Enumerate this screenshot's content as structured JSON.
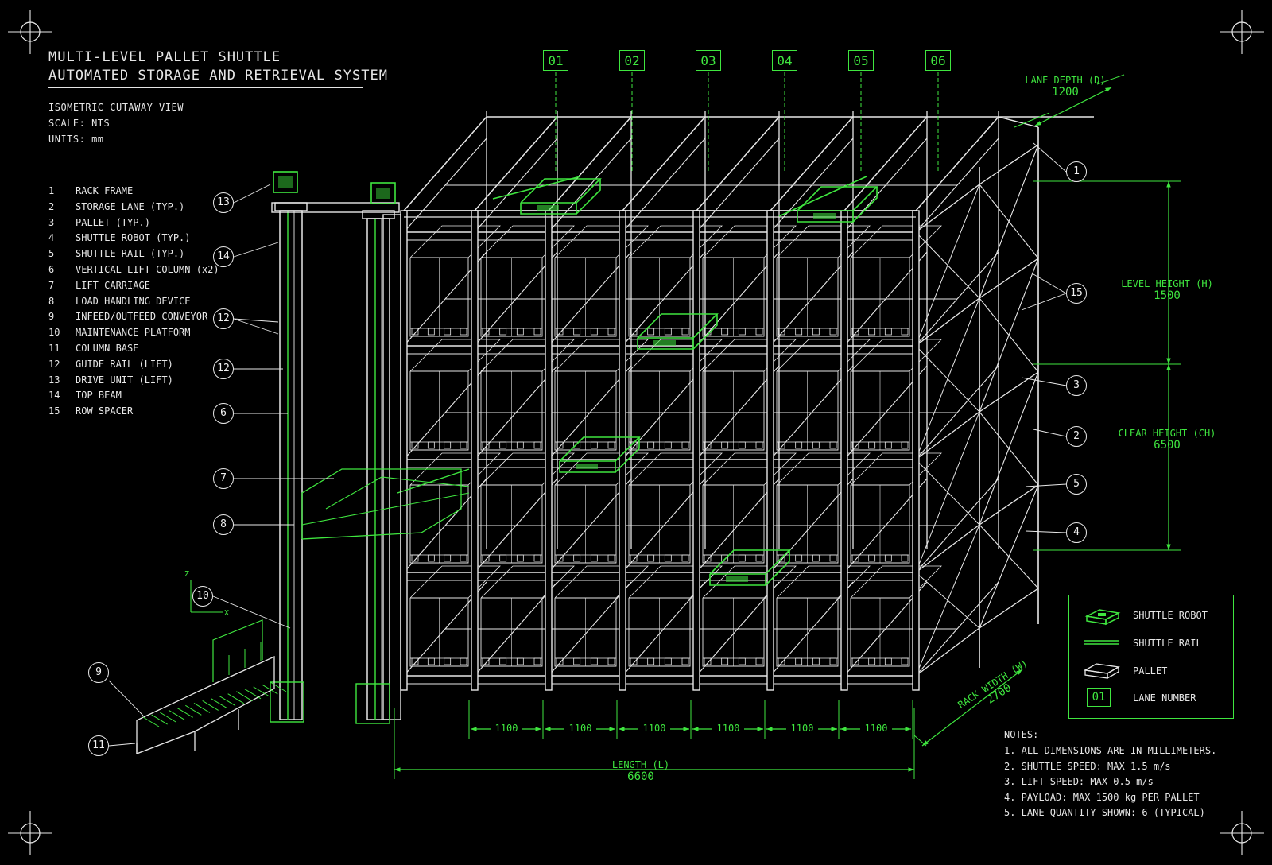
{
  "title": {
    "line1": "MULTI-LEVEL PALLET SHUTTLE",
    "line2": "AUTOMATED STORAGE AND RETRIEVAL SYSTEM"
  },
  "meta": {
    "view": "ISOMETRIC CUTAWAY VIEW",
    "scale": "SCALE: NTS",
    "units": "UNITS: mm"
  },
  "legend": [
    {
      "num": "1",
      "label": "RACK FRAME"
    },
    {
      "num": "2",
      "label": "STORAGE LANE (TYP.)"
    },
    {
      "num": "3",
      "label": "PALLET (TYP.)"
    },
    {
      "num": "4",
      "label": "SHUTTLE ROBOT (TYP.)"
    },
    {
      "num": "5",
      "label": "SHUTTLE RAIL (TYP.)"
    },
    {
      "num": "6",
      "label": "VERTICAL LIFT COLUMN (x2)"
    },
    {
      "num": "7",
      "label": "LIFT CARRIAGE"
    },
    {
      "num": "8",
      "label": "LOAD HANDLING DEVICE"
    },
    {
      "num": "9",
      "label": "INFEED/OUTFEED CONVEYOR"
    },
    {
      "num": "10",
      "label": "MAINTENANCE PLATFORM"
    },
    {
      "num": "11",
      "label": "COLUMN BASE"
    },
    {
      "num": "12",
      "label": "GUIDE RAIL (LIFT)"
    },
    {
      "num": "13",
      "label": "DRIVE UNIT (LIFT)"
    },
    {
      "num": "14",
      "label": "TOP BEAM"
    },
    {
      "num": "15",
      "label": "ROW SPACER"
    }
  ],
  "lanes": [
    "01",
    "02",
    "03",
    "04",
    "05",
    "06"
  ],
  "callouts_left": [
    "13",
    "14",
    "12",
    "12",
    "6",
    "7",
    "8",
    "10",
    "9",
    "11"
  ],
  "callouts_right": [
    "1",
    "15",
    "3",
    "2",
    "5",
    "4"
  ],
  "dimensions": {
    "lane_depth_label": "LANE DEPTH (D)",
    "lane_depth_value": "1200",
    "level_height_label": "LEVEL HEIGHT (H)",
    "level_height_value": "1500",
    "clear_height_label": "CLEAR HEIGHT (CH)",
    "clear_height_value": "6500",
    "bay_widths": [
      "1100",
      "1100",
      "1100",
      "1100",
      "1100",
      "1100"
    ],
    "length_label": "LENGTH (L)",
    "length_value": "6600",
    "rack_width_label": "RACK WIDTH (W)",
    "rack_width_value": "2700"
  },
  "key": {
    "shuttle_robot": "SHUTTLE ROBOT",
    "shuttle_rail": "SHUTTLE RAIL",
    "pallet": "PALLET",
    "lane_number_sample": "01",
    "lane_number": "LANE NUMBER"
  },
  "notes": {
    "heading": "NOTES:",
    "items": [
      "1. ALL DIMENSIONS ARE IN MILLIMETERS.",
      "2. SHUTTLE SPEED: MAX 1.5 m/s",
      "3. LIFT SPEED: MAX 0.5 m/s",
      "4. PAYLOAD: MAX 1500 kg PER PALLET",
      "5. LANE QUANTITY SHOWN: 6 (TYPICAL)"
    ]
  },
  "axis": {
    "z": "Z",
    "x": "X"
  },
  "colors": {
    "line": "#e8e8e8",
    "accent": "#3fe63f",
    "background": "#000000"
  }
}
